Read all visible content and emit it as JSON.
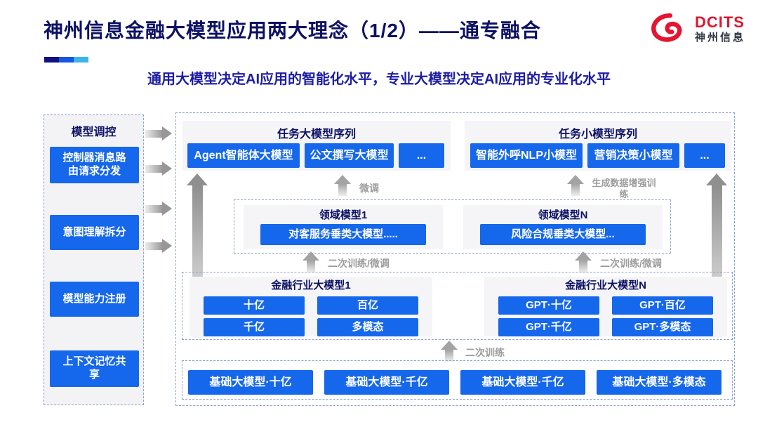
{
  "header": {
    "title": "神州信息金融大模型应用两大理念（1/2）——通专融合",
    "subtitle": "通用大模型决定AI应用的智能化水平，专业大模型决定AI应用的专业化水平",
    "logo": {
      "brand": "DCITS",
      "brand_cn": "神州信息"
    }
  },
  "sidebar": {
    "title": "模型调控",
    "items": [
      {
        "label": "控制器消息路由请求分发"
      },
      {
        "label": "意图理解拆分"
      },
      {
        "label": "模型能力注册"
      },
      {
        "label": "上下文记忆共享"
      }
    ]
  },
  "main": {
    "task_large": {
      "title": "任务大模型序列",
      "items": [
        "Agent智能体大模型",
        "公文撰写大模型",
        "..."
      ]
    },
    "task_small": {
      "title": "任务小模型序列",
      "items": [
        "智能外呼NLP小模型",
        "营销决策小模型",
        "..."
      ]
    },
    "domain_1": {
      "title": "领域模型1",
      "item": "对客服务垂类大模型....."
    },
    "domain_n": {
      "title": "领域模型N",
      "item": "风险合规垂类大模型..."
    },
    "industry_1": {
      "title": "金融行业大模型1",
      "items": [
        "十亿",
        "百亿",
        "千亿",
        "多模态"
      ]
    },
    "industry_n": {
      "title": "金融行业大模型N",
      "items": [
        "GPT·十亿",
        "GPT·百亿",
        "GPT·千亿",
        "GPT·多模态"
      ]
    },
    "base_models": [
      "基础大模型·十亿",
      "基础大模型·千亿",
      "基础大模型·千亿",
      "基础大模型·多模态"
    ],
    "labels": {
      "finetune": "微调",
      "gen_data_training": "生成数据增强训练",
      "second_train_ft_left": "二次训练/微调",
      "second_train_ft_right": "二次训练/微调",
      "second_train": "二次训练"
    }
  },
  "colors": {
    "title_navy": "#0d1164",
    "subtitle_blue": "#1d1da5",
    "button_blue": "#1567eb",
    "logo_red": "#e31530",
    "accent_navy": "#10107e",
    "accent_blue": "#1257e0",
    "accent_cyan": "#3ab5e8",
    "label_gray": "#9c9c9c",
    "dashed_border": "#8fa0cf"
  }
}
